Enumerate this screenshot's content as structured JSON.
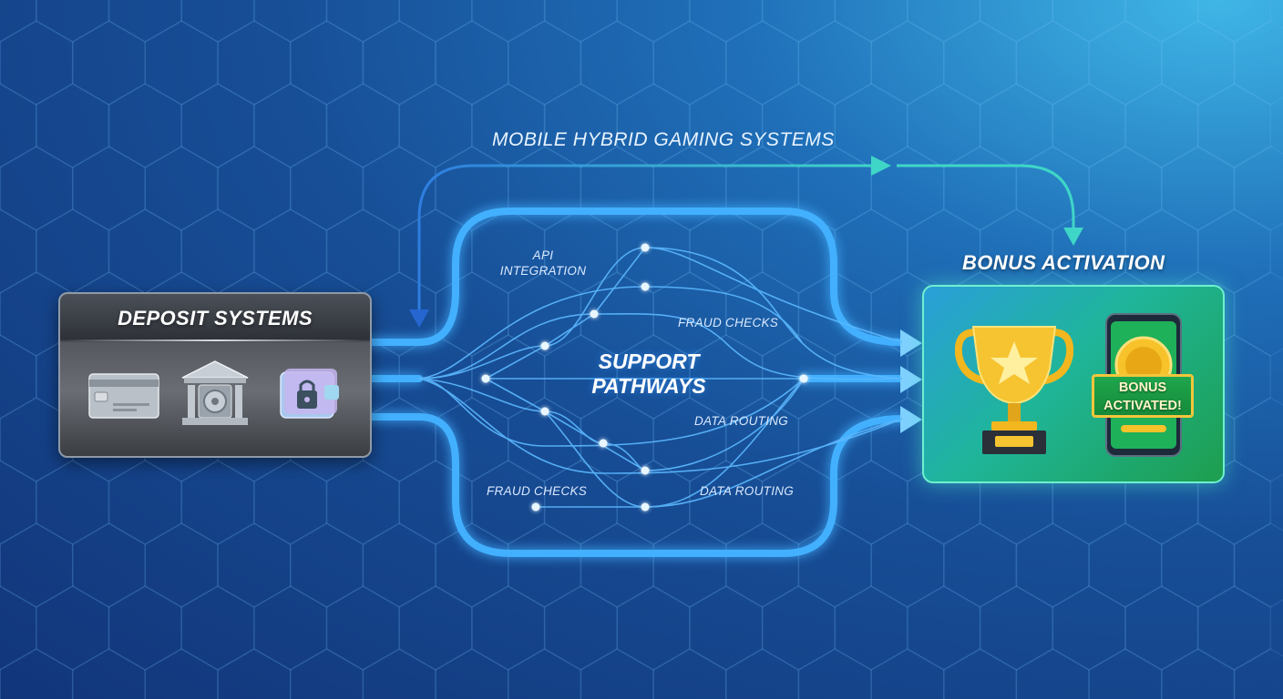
{
  "diagram": {
    "top_label": "MOBILE HYBRID GAMING SYSTEMS",
    "center_label_line1": "SUPPORT",
    "center_label_line2": "PATHWAYS",
    "path_labels": {
      "api_line1": "API",
      "api_line2": "INTEGRATION",
      "fraud_checks_upper": "FRAUD CHECKS",
      "data_routing_upper": "DATA ROUTING",
      "fraud_checks_lower": "FRAUD CHECKS",
      "data_routing_lower": "DATA ROUTING"
    }
  },
  "deposit": {
    "title": "DEPOSIT SYSTEMS",
    "icons": [
      "credit-card-icon",
      "bank-vault-icon",
      "wallet-lock-icon"
    ]
  },
  "bonus": {
    "title": "BONUS ACTIVATION",
    "badge_line1": "BONUS",
    "badge_line2": "ACTIVATED!",
    "icons": [
      "trophy-icon",
      "phone-coin-icon"
    ]
  },
  "colors": {
    "background_dark": "#12357a",
    "background_light": "#3fb6e6",
    "pathway_glow": "#3aa8ff",
    "arrow_teal": "#3fd6c8",
    "bonus_green": "#1e9e4e",
    "gold": "#f3c63c"
  }
}
